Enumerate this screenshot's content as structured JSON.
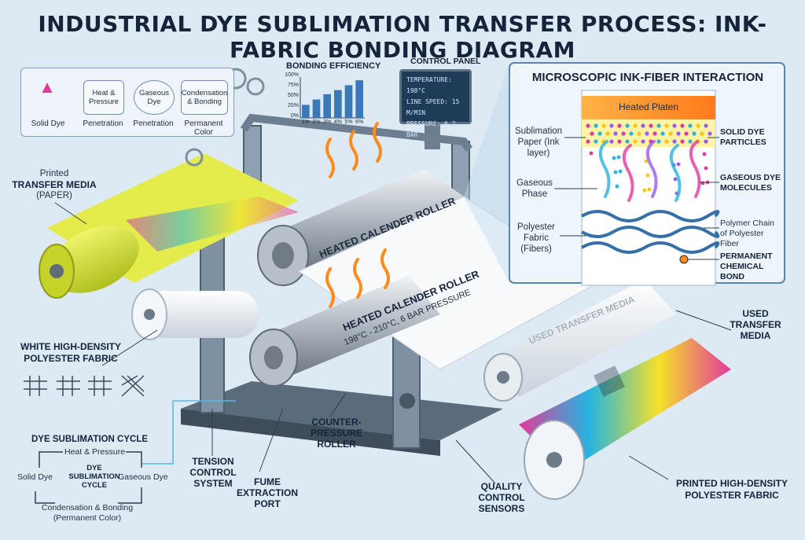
{
  "title": "INDUSTRIAL DYE SUBLIMATION TRANSFER PROCESS: INK-FABRIC BONDING DIAGRAM",
  "process_flow": {
    "steps": [
      {
        "box": "",
        "caption": "Solid Dye"
      },
      {
        "box": "Heat & Pressure",
        "caption": "Penetration"
      },
      {
        "box": "Gaseous Dye",
        "caption": "Penetration"
      },
      {
        "box": "Condensation & Bonding",
        "caption": "Permanent Color"
      }
    ]
  },
  "bonding_chart": {
    "title": "BONDING EFFICIENCY",
    "y_ticks": [
      "100%",
      "75%",
      "50%",
      "25%",
      "0%"
    ],
    "x_ticks": [
      "1%",
      "2%",
      "3%",
      "4%",
      "5%",
      "6%"
    ],
    "values": [
      32,
      45,
      58,
      68,
      80,
      92
    ]
  },
  "control_panel": {
    "label": "CONTROL PANEL",
    "lines": [
      "TEMPERATURE: 198°C",
      "LINE SPEED: 15 M/MIN",
      "PRESSURE:    6.2 BAR"
    ]
  },
  "microscopic": {
    "title": "MICROSCOPIC INK-FIBER INTERACTION",
    "platen": "Heated Platen",
    "left_labels": [
      "Sublimation Paper (Ink layer)",
      "Gaseous Phase",
      "Polyester Fabric (Fibers)"
    ],
    "right_labels": [
      "SOLID DYE PARTICLES",
      "GASEOUS DYE MOLECULES",
      "Polymer Chain of Polyester Fiber",
      "PERMANENT CHEMICAL BOND"
    ]
  },
  "machine": {
    "roller_label": "HEATED CALENDER ROLLER",
    "sheet_label_1": "HEATED CALENDER ROLLER",
    "sheet_label_2": "198°C - 210°C, 6 BAR PRESSURE",
    "used_media_print": "USED TRANSFER MEDIA"
  },
  "labels": {
    "printed_media_1": "Printed",
    "printed_media_2": "TRANSFER MEDIA",
    "printed_media_3": "(PAPER)",
    "white_fabric_1": "WHITE HIGH-DENSITY",
    "white_fabric_2": "POLYESTER FABRIC",
    "used_media_1": "USED",
    "used_media_2": "TRANSFER",
    "used_media_3": "MEDIA",
    "counter_1": "COUNTER-PRESSURE",
    "counter_2": "ROLLER",
    "tension_1": "TENSION",
    "tension_2": "CONTROL",
    "tension_3": "SYSTEM",
    "fume_1": "FUME",
    "fume_2": "EXTRACTION",
    "fume_3": "PORT",
    "quality_1": "QUALITY",
    "quality_2": "CONTROL",
    "quality_3": "SENSORS",
    "printed_fabric_1": "PRINTED HIGH-DENSITY",
    "printed_fabric_2": "POLYESTER FABRIC"
  },
  "cycle": {
    "title": "DYE SUBLIMATION CYCLE",
    "top": "Heat & Pressure",
    "left": "Solid Dye",
    "right": "Gaseous Dye",
    "center": [
      "DYE",
      "SUBLIMATION",
      "CYCLE"
    ],
    "bottom_1": "Condensation & Bonding",
    "bottom_2": "(Permanent Color)"
  },
  "colors": {
    "accent_blue": "#3a6fa8",
    "heat_orange": "#ff8a1e",
    "paper_yellow": "#d6e33a",
    "magenta": "#e23a9c",
    "cyan": "#26b4e0"
  }
}
